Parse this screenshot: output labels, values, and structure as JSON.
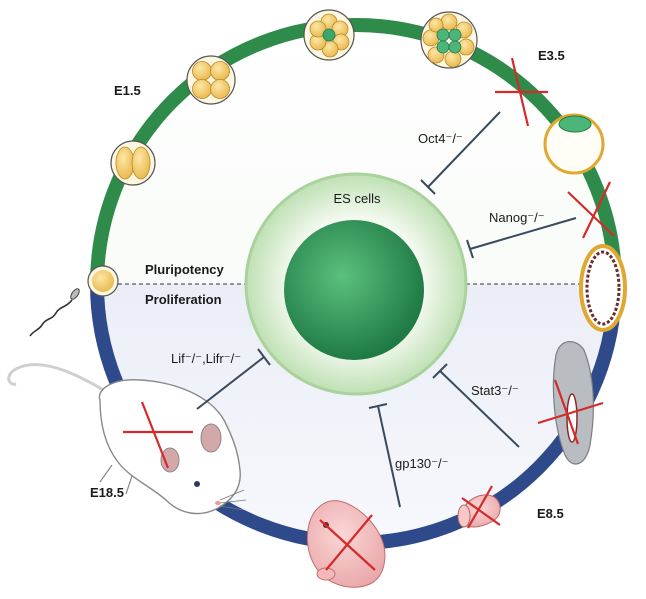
{
  "center": {
    "label": "ES cells"
  },
  "halves": {
    "top": "Pluripotency",
    "bottom": "Proliferation"
  },
  "stages": {
    "e1_5": "E1.5",
    "e3_5": "E3.5",
    "e8_5": "E8.5",
    "e18_5": "E18.5"
  },
  "knockouts": {
    "oct4": "Oct4⁻/⁻",
    "nanog": "Nanog⁻/⁻",
    "stat3": "Stat3⁻/⁻",
    "gp130": "gp130⁻/⁻",
    "lif": "Lif⁻/⁻,Lifr⁻/⁻"
  },
  "colors": {
    "ring_top": "#2e8b4a",
    "ring_bottom": "#2f4a8a",
    "inhibition_arrow": "#3a4a5a",
    "cross": "#d42a2a",
    "cell_yellow": "#f2c760",
    "cell_green": "#3aa86a"
  }
}
